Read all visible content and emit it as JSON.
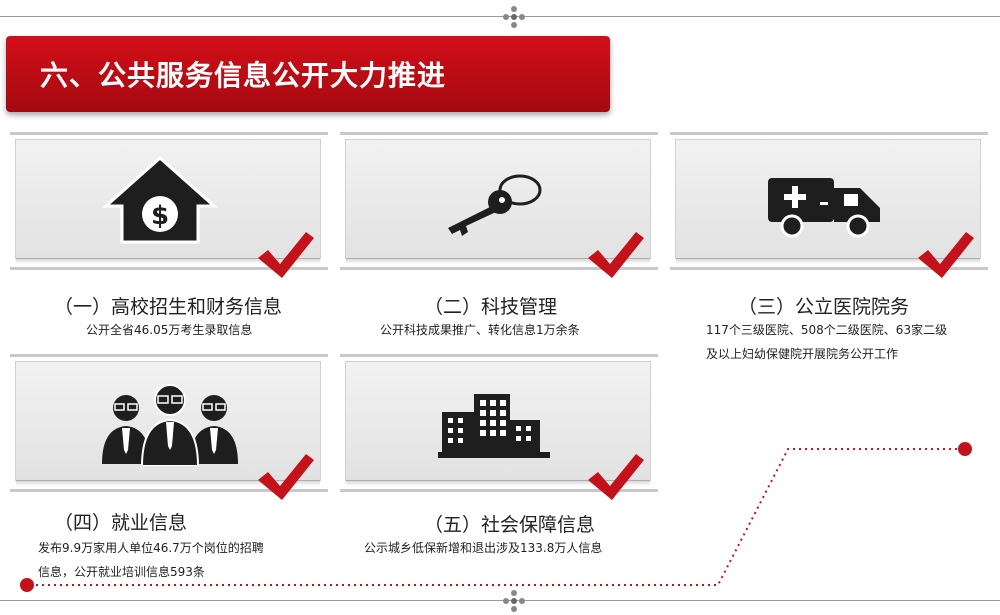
{
  "title": "六、公共服务信息公开大力推进",
  "colors": {
    "accent": "#c4121a",
    "panel": "#e8e8e8",
    "icon": "#1e1e1e"
  },
  "cards": [
    {
      "icon": "house-dollar-icon",
      "title": "（一）高校招生和财务信息",
      "desc": [
        "公开全省46.05万考生录取信息"
      ]
    },
    {
      "icon": "key-icon",
      "title": "（二）科技管理",
      "desc": [
        "公开科技成果推广、转化信息1万余条"
      ]
    },
    {
      "icon": "ambulance-icon",
      "title": "（三）公立医院院务",
      "desc": [
        "117个三级医院、508个二级医院、63家二级",
        "及以上妇幼保健院开展院务公开工作"
      ]
    },
    {
      "icon": "people-icon",
      "title": "（四）就业信息",
      "desc": [
        "发布9.9万家用人单位46.7万个岗位的招聘",
        "信息，公开就业培训信息593条"
      ]
    },
    {
      "icon": "building-icon",
      "title": "（五）社会保障信息",
      "desc": [
        "公示城乡低保新增和退出涉及133.8万人信息"
      ]
    }
  ]
}
